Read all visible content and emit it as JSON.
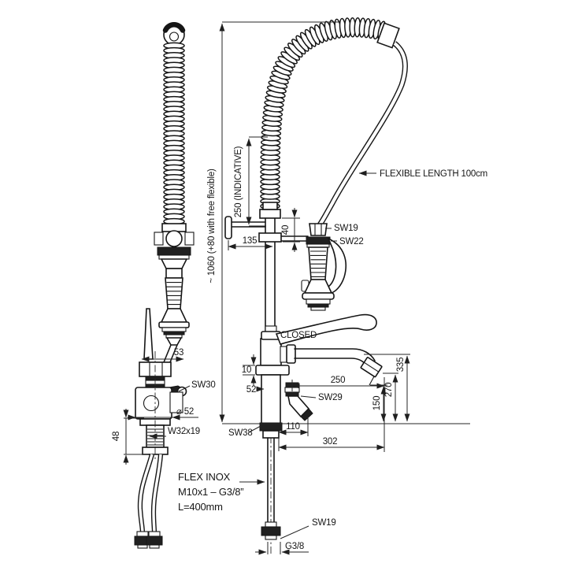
{
  "drawing_title": "pre-rinse-faucet-technical-drawing",
  "colors": {
    "line": "#161616",
    "background": "#ffffff"
  },
  "labels": {
    "overall": "~ 1060 (+80 with free flexible)",
    "indicative": "250  (INDICATIVE)",
    "flexlen": "FLEXIBLE LENGTH 100cm",
    "sw19a": "SW19",
    "sw22": "SW22",
    "d135": "135",
    "d40": "40",
    "closed": "CLOSED",
    "d10": "10",
    "d52": "52",
    "d250": "250",
    "sw29": "SW29",
    "d150": "150",
    "d270": "270",
    "d335": "335",
    "sw38": "SW38",
    "d110": "110",
    "d302": "302",
    "d53": "53",
    "sw30": "SW30",
    "dia52": "⌀ 52",
    "d48": "48",
    "w32": "W32x19",
    "flex1": "FLEX INOX",
    "flex2": "M10x1 – G3/8”",
    "flex3": "L=400mm",
    "sw19b": "SW19",
    "g38": "G3/8"
  }
}
